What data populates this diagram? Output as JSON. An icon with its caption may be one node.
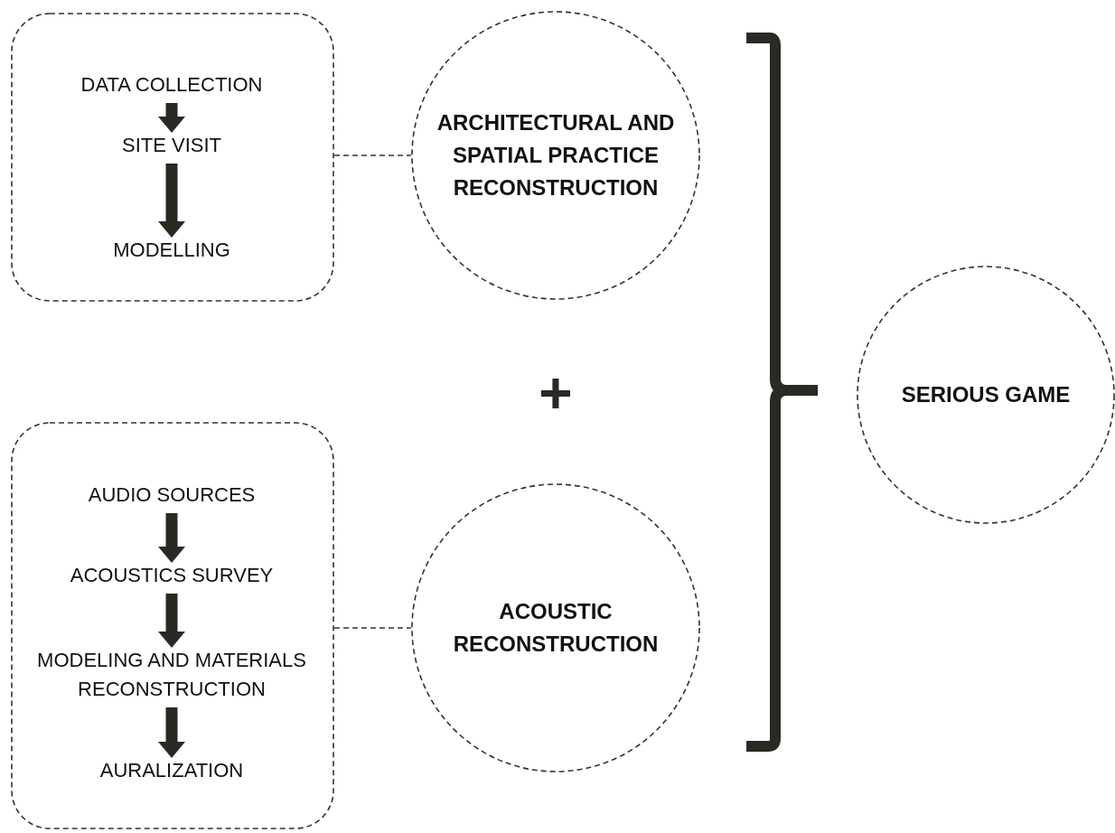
{
  "diagram": {
    "nodes": [
      {
        "text": [],
        "shape": "box"
      },
      {
        "text": [
          "DATA COLLECTION"
        ],
        "in": 0
      },
      {
        "text": [
          "SITE VISIT"
        ],
        "in": 0
      },
      {
        "text": [
          "MODELLING"
        ],
        "in": 0
      },
      {
        "text": [
          "ARCHITECTURAL AND SPATIAL PRACTICE RECONSTRUCTION"
        ]
      },
      {
        "text": [],
        "shape": "box"
      },
      {
        "text": [
          "AUDIO SOURCES"
        ],
        "in": 5
      },
      {
        "text": [
          "ACOUSTICS SURVEY"
        ],
        "in": 5
      },
      {
        "text": [
          "MODELING AND MATERIALS RECONSTRUCTION"
        ],
        "in": 5
      },
      {
        "text": [
          "AURALIZATION"
        ],
        "in": 5
      },
      {
        "text": [
          "ACOUSTIC RECONSTRUCTION"
        ]
      },
      {
        "text": [
          "SERIOUS GAME"
        ]
      }
    ],
    "edges": [
      {
        "from": 1,
        "to": 2,
        "arrow": "to"
      },
      {
        "from": 2,
        "to": 3,
        "arrow": "to"
      },
      {
        "from": 0,
        "to": 4,
        "arrow": "none",
        "style": "dashed"
      },
      {
        "from": 6,
        "to": 7,
        "arrow": "to"
      },
      {
        "from": 7,
        "to": 8,
        "arrow": "to"
      },
      {
        "from": 8,
        "to": 9,
        "arrow": "to"
      },
      {
        "from": 5,
        "to": 10,
        "arrow": "none",
        "style": "dashed"
      }
    ],
    "labels": [
      "+"
    ]
  }
}
